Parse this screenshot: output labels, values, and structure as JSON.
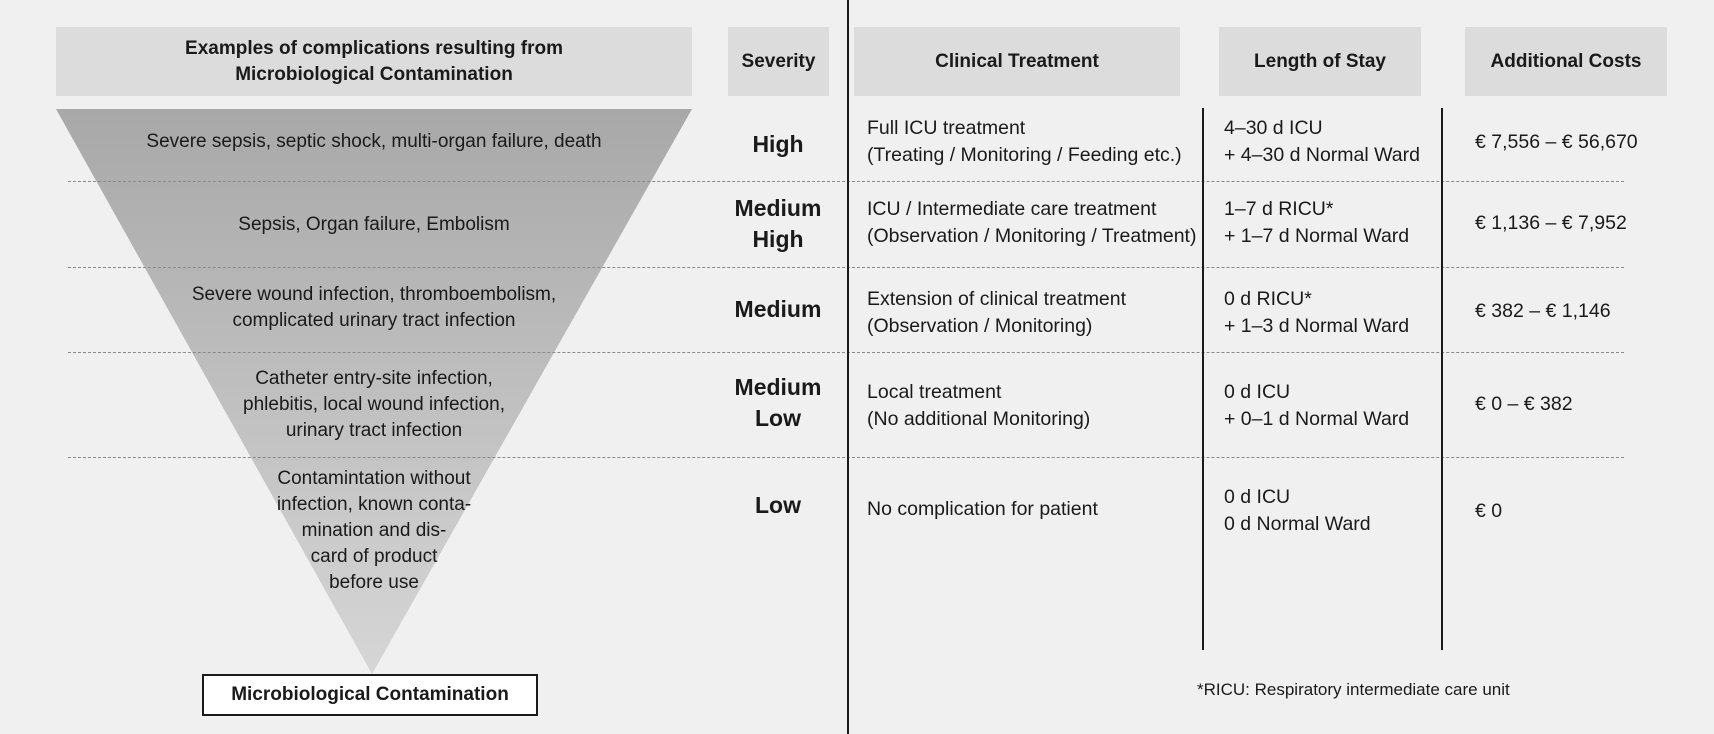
{
  "headers": {
    "examples": "Examples of complications resulting from\nMicrobiological Contamination",
    "severity": "Severity",
    "clinical": "Clinical Treatment",
    "stay": "Length of Stay",
    "costs": "Additional Costs"
  },
  "rows": [
    {
      "complication": "Severe sepsis, septic shock, multi-organ failure, death",
      "severity": "High",
      "treatment": "Full ICU treatment\n(Treating / Monitoring / Feeding etc.)",
      "stay": "4–30 d ICU\n+ 4–30 d Normal Ward",
      "cost": "€ 7,556 – € 56,670"
    },
    {
      "complication": "Sepsis, Organ failure, Embolism",
      "severity": "Medium\nHigh",
      "treatment": "ICU / Intermediate care treatment\n(Observation / Monitoring / Treatment)",
      "stay": "1–7 d RICU*\n+ 1–7 d Normal Ward",
      "cost": "€ 1,136 – € 7,952"
    },
    {
      "complication": "Severe wound infection, thromboembolism,\ncomplicated urinary tract infection",
      "severity": "Medium",
      "treatment": "Extension of clinical treatment\n(Observation / Monitoring)",
      "stay": "0 d RICU*\n+ 1–3 d Normal Ward",
      "cost": "€ 382 – € 1,146"
    },
    {
      "complication": "Catheter entry-site infection,\nphlebitis, local wound infection,\nurinary tract infection",
      "severity": "Medium\nLow",
      "treatment": "Local treatment\n(No additional Monitoring)",
      "stay": "0 d ICU\n+ 0–1 d Normal Ward",
      "cost": "€ 0 – € 382"
    },
    {
      "complication": "Contamintation without\ninfection, known conta-\nmination and dis-\ncard of product\nbefore use",
      "severity": "Low",
      "treatment": "No complication for patient",
      "stay": "0 d ICU\n0 d Normal Ward",
      "cost": "€ 0"
    }
  ],
  "base_label": "Microbiological Contamination",
  "footnote": "*RICU: Respiratory intermediate care unit",
  "colors": {
    "background": "#f0f0f0",
    "header_fill": "#dcdcdc",
    "funnel_top": "#a8a8a8",
    "funnel_bottom": "#d6d6d6"
  }
}
